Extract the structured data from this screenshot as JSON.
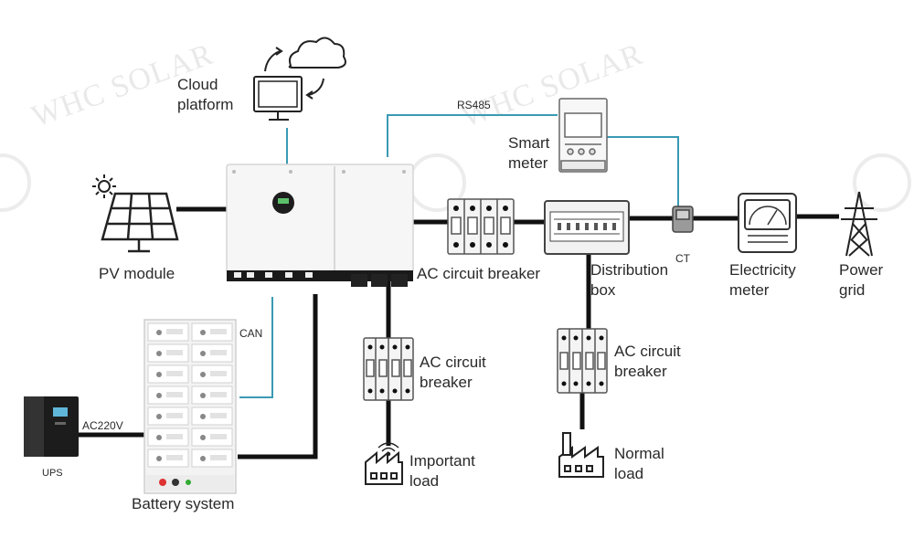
{
  "watermark": {
    "text": "WHC SOLAR"
  },
  "labels": {
    "cloud": "Cloud\nplatform",
    "rs485": "RS485",
    "smart_meter": "Smart\nmeter",
    "pv_module": "PV module",
    "ac_breaker_main": "AC circuit breaker",
    "distribution_box": "Distribution\nbox",
    "ct": "CT",
    "electricity_meter": "Electricity\nmeter",
    "power_grid": "Power\ngrid",
    "can": "CAN",
    "ac_breaker_backup": "AC circuit\nbreaker",
    "ac_breaker_normal": "AC circuit\nbreaker",
    "important_load": "Important\nload",
    "normal_load": "Normal\nload",
    "ac220v": "AC220V",
    "ups": "UPS",
    "battery_system": "Battery system"
  },
  "colors": {
    "power_line": "#111111",
    "comm_line": "#3a9ab3",
    "device_outline": "#555555",
    "text": "#2a2a2a"
  }
}
